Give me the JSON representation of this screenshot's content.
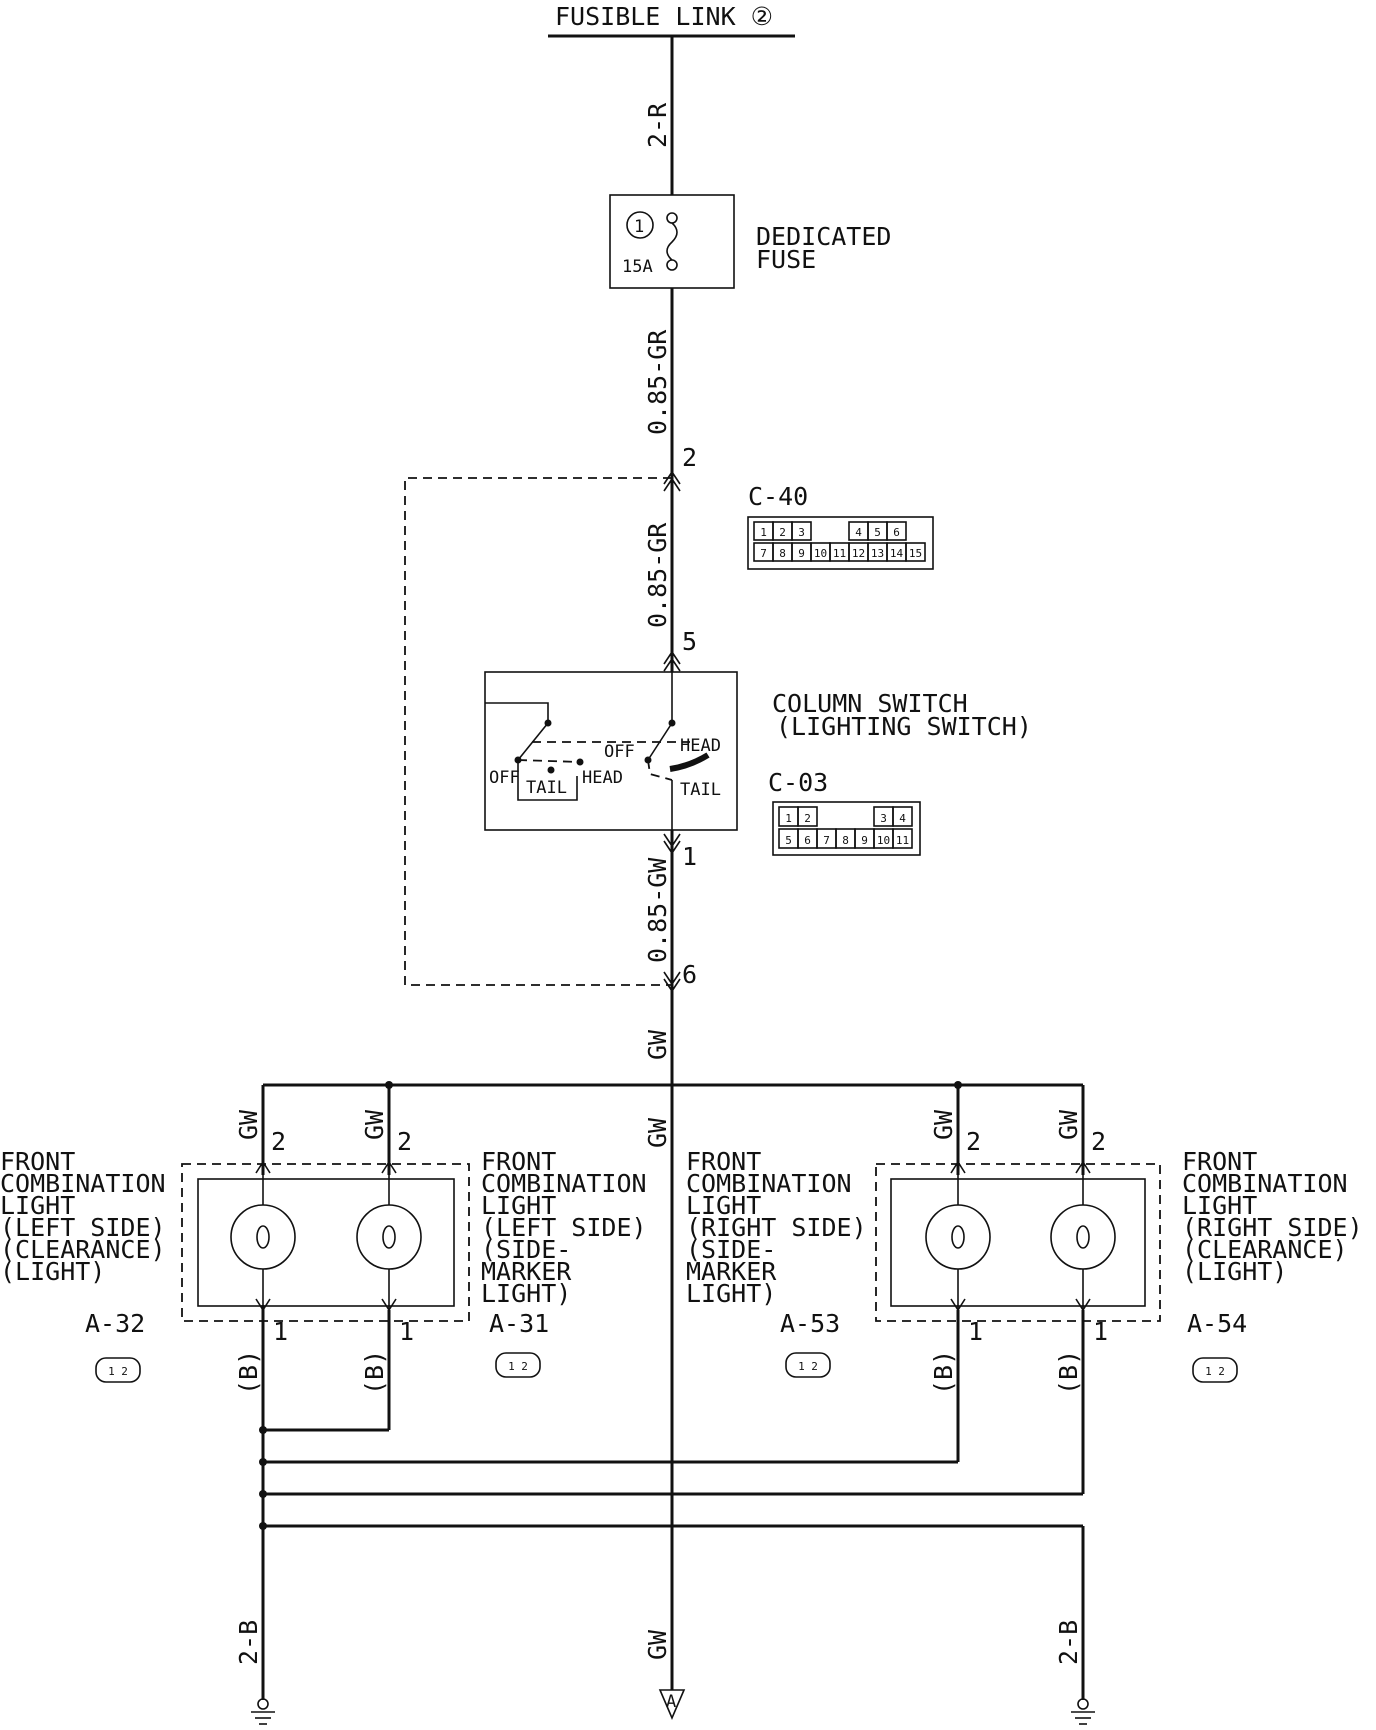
{
  "fusible_link": "FUSIBLE LINK ②",
  "fuse": {
    "number": "1",
    "rating": "15A",
    "label_line1": "DEDICATED",
    "label_line2": "FUSE"
  },
  "wires": {
    "top": "2-R",
    "fuse_to_c40": "0.85-GR",
    "c40_to_switch": "0.85-GR",
    "switch_out": "0.85-GW",
    "trunk": "GW",
    "lamp_feed": "GW",
    "lamp_ground": "(B)",
    "ground_left": "2-B",
    "ground_right": "2-B",
    "bottom": "GW"
  },
  "pins": {
    "c40_top": "2",
    "switch_in": "5",
    "switch_out": "1",
    "c03_bottom": "6",
    "lamp_in": "2",
    "lamp_out": "1"
  },
  "connectors": {
    "c40": {
      "id": "C-40",
      "row1": [
        "1",
        "2",
        "3",
        "",
        "",
        "4",
        "5",
        "6"
      ],
      "row2": [
        "7",
        "8",
        "9",
        "10",
        "11",
        "12",
        "13",
        "14",
        "15"
      ]
    },
    "c03": {
      "id": "C-03",
      "row1": [
        "1",
        "2",
        "",
        "",
        "",
        "3",
        "4"
      ],
      "row2": [
        "5",
        "6",
        "7",
        "8",
        "9",
        "10",
        "11"
      ]
    }
  },
  "column_switch": {
    "title_line1": "COLUMN SWITCH",
    "title_line2": "(LIGHTING SWITCH)",
    "left_off": "OFF",
    "left_tail": "TAIL",
    "left_head": "HEAD",
    "right_off": "OFF",
    "right_head": "HEAD",
    "right_tail": "TAIL"
  },
  "lamps": [
    {
      "lines": [
        "FRONT",
        "COMBINATION",
        "LIGHT",
        "(LEFT SIDE)",
        "(CLEARANCE)",
        "(LIGHT)"
      ],
      "connector": "A-32"
    },
    {
      "lines": [
        "FRONT",
        "COMBINATION",
        "LIGHT",
        "(LEFT SIDE)",
        "(SIDE-",
        "MARKER",
        "LIGHT)"
      ],
      "connector": "A-31"
    },
    {
      "lines": [
        "FRONT",
        "COMBINATION",
        "LIGHT",
        "(RIGHT SIDE)",
        "(SIDE-",
        "MARKER",
        "LIGHT)"
      ],
      "connector": "A-53"
    },
    {
      "lines": [
        "FRONT",
        "COMBINATION",
        "LIGHT",
        "(RIGHT SIDE)",
        "(CLEARANCE)",
        "(LIGHT)"
      ],
      "connector": "A-54"
    }
  ],
  "connector_pins": "1 2",
  "offpage": "A"
}
